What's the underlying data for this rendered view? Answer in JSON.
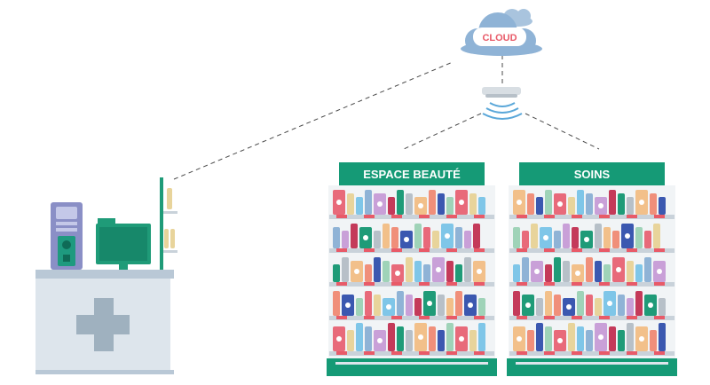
{
  "cloud": {
    "label": "CLOUD"
  },
  "shelves": [
    {
      "title": "ESPACE BEAUTÉ"
    },
    {
      "title": "SOINS"
    }
  ],
  "colors": {
    "accent_green": "#159a76",
    "cloud_blue": "#8fb3d6",
    "cloud_text": "#e85a68",
    "counter_top": "#b9c8d6",
    "counter_body": "#dde5ec",
    "cross": "#9fb1bf",
    "shelf": "#c9d2da"
  },
  "icons": {
    "cloud": "cloud-icon",
    "access_point": "wifi-access-point-icon",
    "computer": "desktop-tower-icon",
    "monitor": "monitor-icon",
    "pharmacy_cross": "pharmacy-cross-icon"
  }
}
